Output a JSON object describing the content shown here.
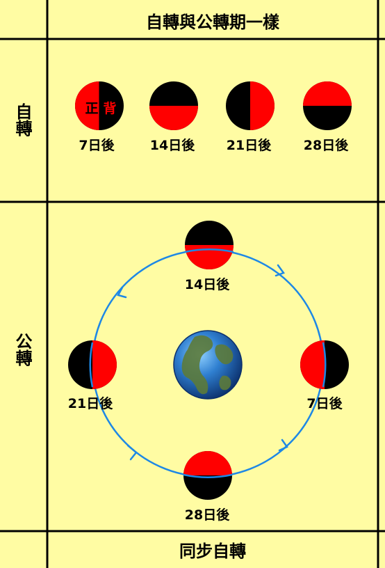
{
  "header": {
    "title": "自轉與公轉期一樣"
  },
  "footer": {
    "title": "同步自轉"
  },
  "rows": {
    "rotation_label": "自轉",
    "revolution_label": "公轉"
  },
  "rotation_phases": [
    {
      "label": "7日後",
      "face_labels": [
        "正",
        "背"
      ]
    },
    {
      "label": "14日後"
    },
    {
      "label": "21日後"
    },
    {
      "label": "28日後"
    }
  ],
  "orbit_positions": [
    {
      "label": "14日後"
    },
    {
      "label": "7日後"
    },
    {
      "label": "28日後"
    },
    {
      "label": "21日後"
    }
  ],
  "colors": {
    "background": "#fffca3",
    "grid": "#000000",
    "moon_red": "#ff0000",
    "moon_black": "#000000",
    "orbit": "#1e88e5",
    "earth_ocean": "#1565c0",
    "earth_land": "#5d7b3a"
  },
  "icons": [
    "earth-icon",
    "moon-icon",
    "orbit-arrow-icon"
  ]
}
